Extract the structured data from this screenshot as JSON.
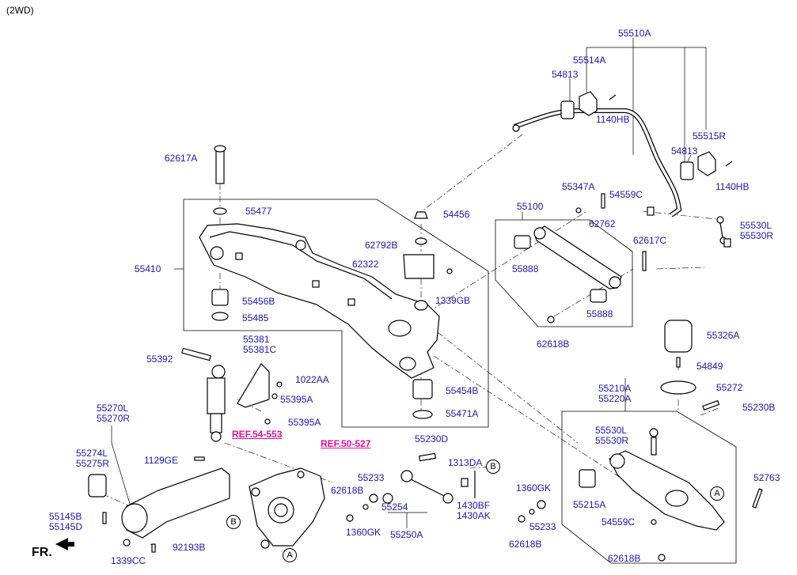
{
  "header": "(2WD)",
  "front_label": "FR.",
  "refs": {
    "ref_54553": "REF.54-553",
    "ref_50527": "REF.50-527"
  },
  "markers": {
    "a": "A",
    "b": "B"
  },
  "colors": {
    "label": "#1a1aa8",
    "ref": "#e0119a",
    "line": "#000000"
  },
  "parts": {
    "p55510A": "55510A",
    "p55514A": "55514A",
    "p54813a": "54813",
    "p1140HBa": "1140HB",
    "p55515R": "55515R",
    "p54813b": "54813",
    "p1140HBb": "1140HB",
    "p62617A": "62617A",
    "p55477": "55477",
    "p55410": "55410",
    "p55456B": "55456B",
    "p55485": "55485",
    "p55347A": "55347A",
    "p55100": "55100",
    "p54456": "54456",
    "p62762": "62762",
    "p54559Ca": "54559C",
    "p55530L_top": "55530L\n55530R",
    "p62792B": "62792B",
    "p62322": "62322",
    "p62617C": "62617C",
    "p55888a": "55888",
    "p1339GB": "1339GB",
    "p55888b": "55888",
    "p62618Ba": "62618B",
    "p55326A": "55326A",
    "p54849": "54849",
    "p55272": "55272",
    "p55381": "55381\n55381C",
    "p55392": "55392",
    "p1022AA": "1022AA",
    "p55395Aa": "55395A",
    "p55395Ab": "55395A",
    "p55454B": "55454B",
    "p55471A": "55471A",
    "p55210A": "55210A\n55220A",
    "p55230B": "55230B",
    "p55270L": "55270L\n55270R",
    "p55274L": "55274L\n55275R",
    "p1129GE": "1129GE",
    "p55145B": "55145B\n55145D",
    "p1339CC": "1339CC",
    "p92193B": "92193B",
    "p55230D": "55230D",
    "p1313DA": "1313DA",
    "p55233a": "55233",
    "p62618Bb": "62618B",
    "p55254": "55254",
    "p1360GKa": "1360GK",
    "p1430BF": "1430BF\n1430AK",
    "p55250A": "55250A",
    "p55530L_bot": "55530L\n55530R",
    "p1360GKb": "1360GK",
    "p55215A": "55215A",
    "p55233b": "55233",
    "p54559Cb": "54559C",
    "p62618Bc": "62618B",
    "p62618Bd": "62618B",
    "p52763": "52763"
  }
}
